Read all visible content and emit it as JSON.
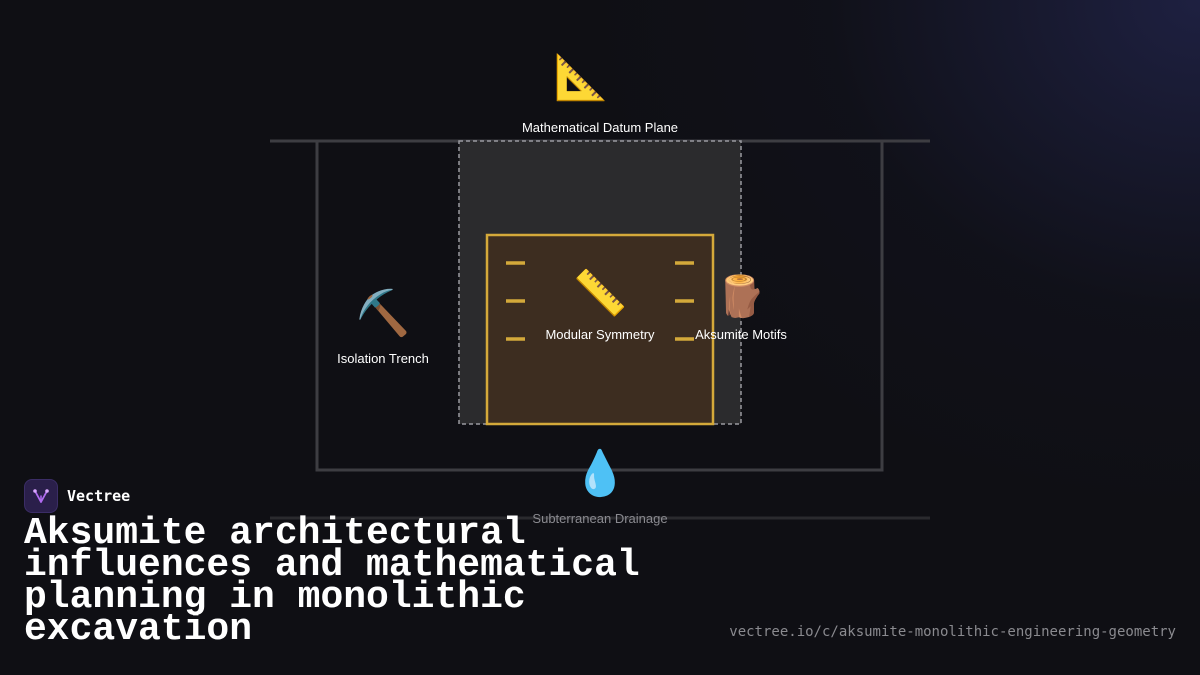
{
  "brand": {
    "name": "Vectree",
    "logo_icon": "vectree-logo-icon",
    "accent_color": "#b06bf0"
  },
  "title": "Aksumite architectural influences and mathematical planning in monolithic excavation",
  "url": "vectree.io/c/aksumite-monolithic-engineering-geometry",
  "diagram": {
    "nodes": {
      "datum_plane": {
        "label": "Mathematical Datum Plane",
        "icon": "triangular-ruler-icon",
        "emoji": "📐"
      },
      "isolation_trench": {
        "label": "Isolation Trench",
        "icon": "pickaxe-icon",
        "emoji": "⛏️"
      },
      "modular_symmetry": {
        "label": "Modular Symmetry",
        "icon": "straight-ruler-icon",
        "emoji": "📏"
      },
      "aksumite_motifs": {
        "label": "Aksumite Motifs",
        "icon": "wood-log-icon",
        "emoji": "🪵"
      },
      "subterranean_drainage": {
        "label": "Subterranean Drainage",
        "icon": "droplet-icon",
        "emoji": "💧"
      }
    },
    "colors": {
      "outline": "#3d3d42",
      "dashed_outline": "#9a9aa0",
      "shaft_fill": "#2b2b2d",
      "core_fill": "#3d2d20",
      "core_border": "#d4a93a",
      "tick_color": "#d4a93a"
    }
  }
}
